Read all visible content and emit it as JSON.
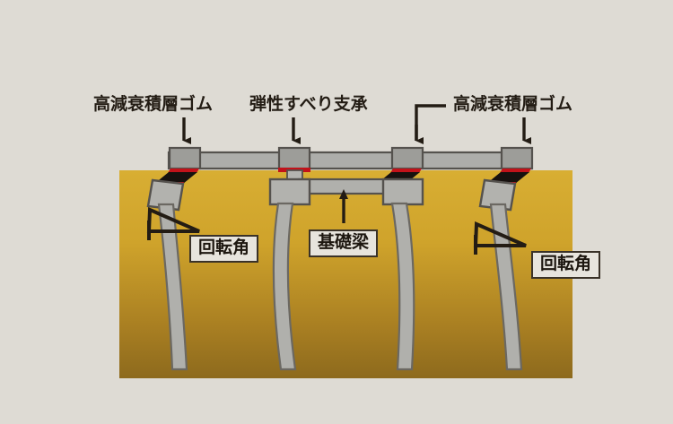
{
  "figure": {
    "type": "engineering-cross-section-diagram",
    "subject": "base-isolated building on piles with soil cross-section",
    "background_color": "#dedbd4"
  },
  "callouts": {
    "left_bearing": {
      "text": "高減衰積層ゴム",
      "pointer": "down-arrow",
      "target": "bearing-1"
    },
    "middle_bearing": {
      "text": "弾性すべり支承",
      "pointer": "down-arrow",
      "target": "bearing-2"
    },
    "right_bearing": {
      "text": "高減衰積層ゴム",
      "pointer": "bracket-with-two-down-arrows",
      "targets": [
        "bearing-3",
        "bearing-4"
      ]
    }
  },
  "boxed_labels": {
    "rotation_angle_left": "回転角",
    "foundation_beam": "基礎梁",
    "rotation_angle_right": "回転角"
  },
  "colors": {
    "background": "#dedbd4",
    "soil_top": "#d6a72c",
    "soil_bottom": "#8c6a1e",
    "concrete_fill": "#b0b0ac",
    "concrete_stroke": "#55524e",
    "rubber_black": "#1a1412",
    "rubber_red": "#c2121a",
    "slab_fill": "#a8a8a4",
    "ink": "#231c14"
  },
  "elements": {
    "superstructure": "horizontal slab girder spanning all four bearings",
    "bearings": [
      {
        "id": "bearing-1",
        "kind": "high-damping-laminated-rubber",
        "state": "sheared"
      },
      {
        "id": "bearing-2",
        "kind": "elastic-sliding-bearing",
        "state": "upright"
      },
      {
        "id": "bearing-3",
        "kind": "high-damping-laminated-rubber",
        "state": "sheared"
      },
      {
        "id": "bearing-4",
        "kind": "high-damping-laminated-rubber",
        "state": "sheared"
      }
    ],
    "pile_caps": 4,
    "piles": 4,
    "foundation_beam": "beam connecting pile cap 2 and pile cap 3",
    "rotation_indicators": 2
  }
}
